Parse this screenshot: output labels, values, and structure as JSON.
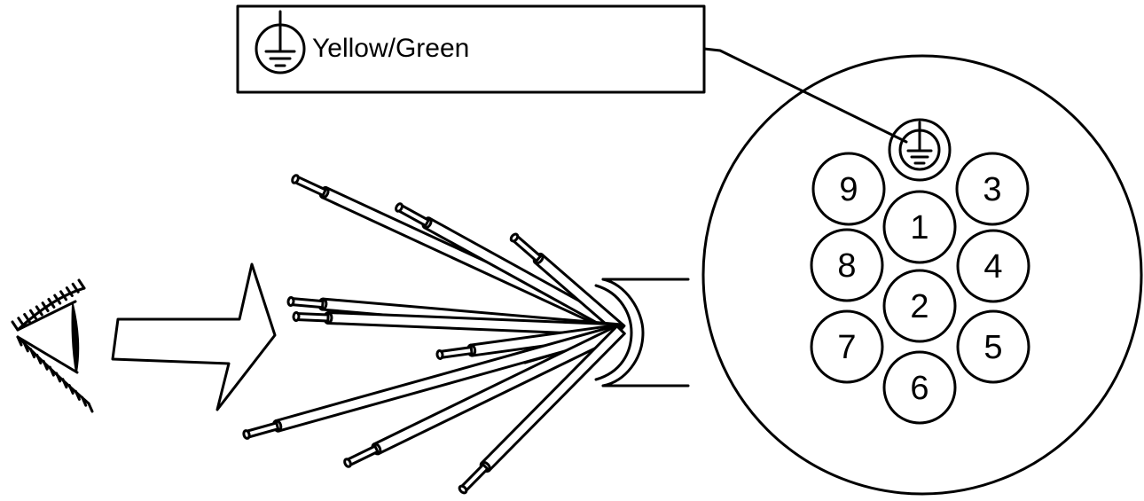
{
  "legend": {
    "symbol_icon": "protective-earth-icon",
    "text": "Yellow/Green"
  },
  "connector": {
    "earth_icon": "protective-earth-icon",
    "pins": [
      {
        "label": "9"
      },
      {
        "label": "1"
      },
      {
        "label": "3"
      },
      {
        "label": "8"
      },
      {
        "label": "4"
      },
      {
        "label": "2"
      },
      {
        "label": "7"
      },
      {
        "label": "5"
      },
      {
        "label": "6"
      }
    ]
  },
  "viewer": {
    "eye_icon": "eye-icon",
    "arrow_icon": "view-direction-arrow-icon"
  }
}
